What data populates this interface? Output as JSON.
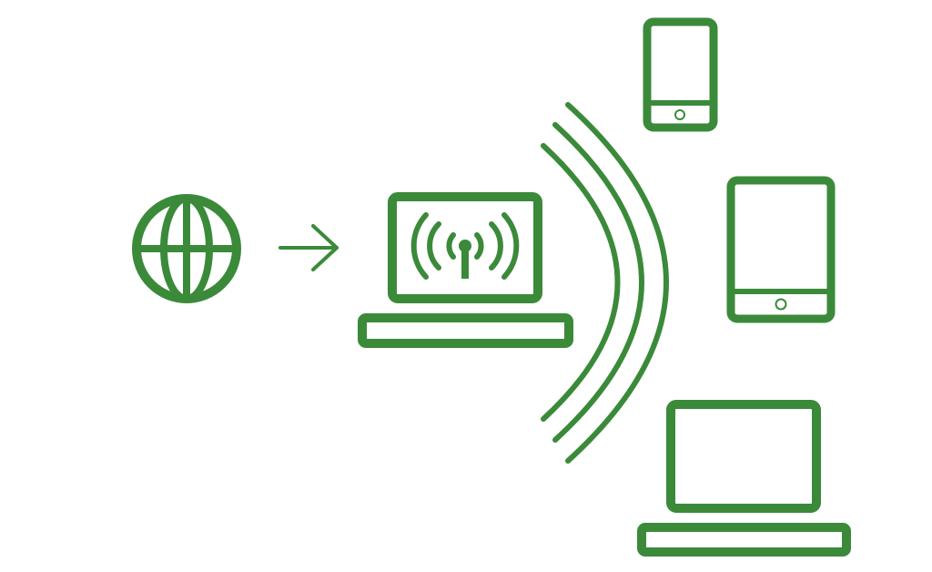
{
  "diagram": {
    "stroke_color": "#3a8a3a",
    "background": "#ffffff",
    "nodes": [
      {
        "id": "internet",
        "icon": "globe-icon"
      },
      {
        "id": "hotspot",
        "icon": "laptop-hotspot-icon"
      },
      {
        "id": "phone",
        "icon": "smartphone-icon"
      },
      {
        "id": "tablet",
        "icon": "tablet-icon"
      },
      {
        "id": "client-laptop",
        "icon": "laptop-icon"
      }
    ],
    "edges": [
      {
        "from": "internet",
        "to": "hotspot",
        "style": "arrow"
      },
      {
        "from": "hotspot",
        "to": "phone",
        "style": "wireless-waves"
      },
      {
        "from": "hotspot",
        "to": "tablet",
        "style": "wireless-waves"
      },
      {
        "from": "hotspot",
        "to": "client-laptop",
        "style": "wireless-waves"
      }
    ]
  }
}
